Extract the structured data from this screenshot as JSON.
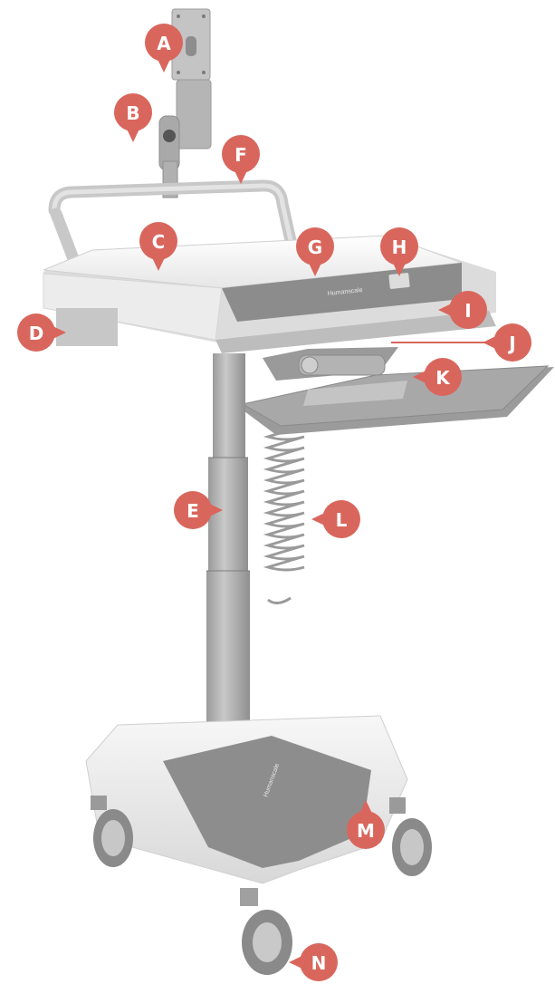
{
  "brand": {
    "base_label": "Humanscale",
    "panel_label": "Humanscale"
  },
  "colors": {
    "marker": "#d9665c",
    "marker_text": "#ffffff",
    "metal": "#b8b8b8",
    "surface": "#f2f2f2",
    "dark_panel": "#8a8a8a"
  },
  "callouts": [
    {
      "id": "A",
      "label": "A",
      "shape": "pin-down"
    },
    {
      "id": "B",
      "label": "B",
      "shape": "pin-down"
    },
    {
      "id": "C",
      "label": "C",
      "shape": "pin-down"
    },
    {
      "id": "D",
      "label": "D",
      "shape": "pin-right"
    },
    {
      "id": "E",
      "label": "E",
      "shape": "pin-right"
    },
    {
      "id": "F",
      "label": "F",
      "shape": "pin-down"
    },
    {
      "id": "G",
      "label": "G",
      "shape": "pin-down"
    },
    {
      "id": "H",
      "label": "H",
      "shape": "pin-down"
    },
    {
      "id": "I",
      "label": "I",
      "shape": "pin-left"
    },
    {
      "id": "J",
      "label": "J",
      "shape": "pin-left-line"
    },
    {
      "id": "K",
      "label": "K",
      "shape": "pin-left"
    },
    {
      "id": "L",
      "label": "L",
      "shape": "pin-left"
    },
    {
      "id": "M",
      "label": "M",
      "shape": "pin-up"
    },
    {
      "id": "N",
      "label": "N",
      "shape": "pin-left"
    }
  ]
}
